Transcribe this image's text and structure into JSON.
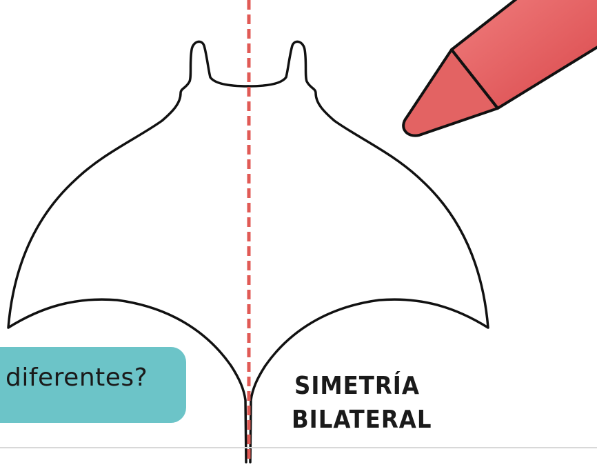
{
  "bubble": {
    "text": "diferentes?"
  },
  "label": {
    "line1": "SIMETRÍA",
    "line2": "BILATERAL"
  },
  "colors": {
    "outline": "#111111",
    "axis_line": "#e05a55",
    "crayon": "#e46a6a",
    "bubble": "#6cc4c8"
  },
  "icons": [
    "manta-ray-outline",
    "symmetry-axis",
    "red-crayon"
  ]
}
